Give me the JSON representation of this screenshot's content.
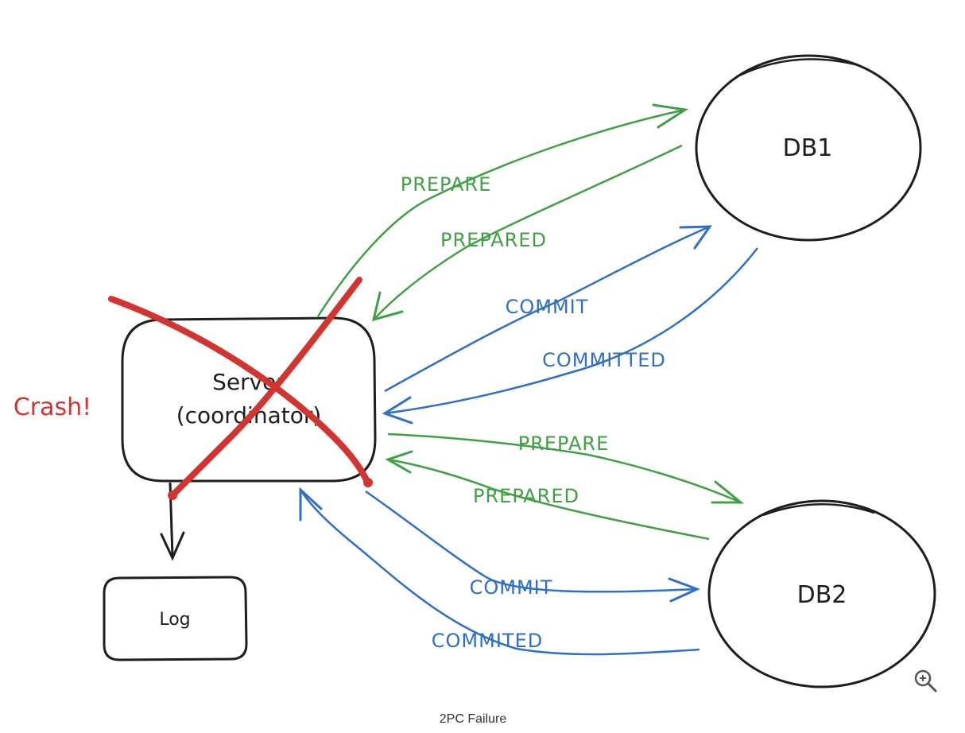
{
  "nodes": {
    "server_line1": "Server",
    "server_line2": "(coordinator)",
    "log": "Log",
    "db1": "DB1",
    "db2": "DB2"
  },
  "crash_label": "Crash!",
  "edges": {
    "db1_prepare": "PREPARE",
    "db1_prepared": "PREPARED",
    "db1_commit": "COMMIT",
    "db1_committed": "COMMITTED",
    "db2_prepare": "PREPARE",
    "db2_prepared": "PREPARED",
    "db2_commit": "COMMIT",
    "db2_committed": "COMMITED"
  },
  "caption": "2PC Failure",
  "colors": {
    "prepare_phase": "#40a043",
    "commit_phase": "#2f6fc6",
    "crash": "#d2352f",
    "ink": "#1e1e1e"
  },
  "icons": {
    "zoom": "zoom-in-icon"
  }
}
